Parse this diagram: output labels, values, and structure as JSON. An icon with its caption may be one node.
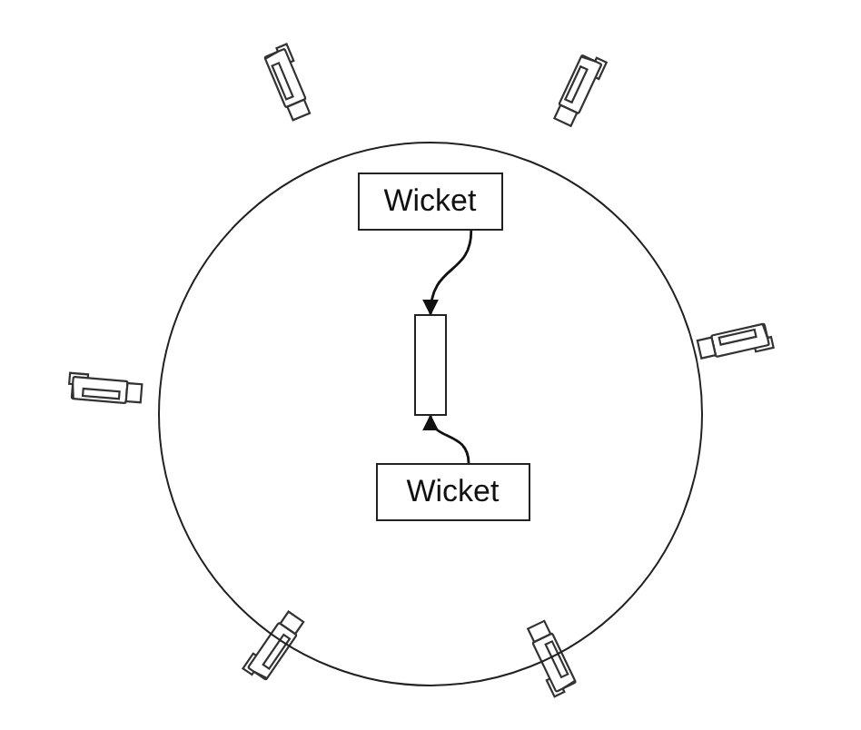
{
  "diagram": {
    "nodes": [
      {
        "text": [],
        "shape": "circle"
      },
      {
        "text": [
          "Wicket"
        ],
        "in": 0
      },
      {
        "text": [],
        "shape": "box",
        "in": 0
      },
      {
        "text": [
          "Wicket"
        ],
        "in": 0
      }
    ],
    "edges": [
      {
        "from": 1,
        "to": 2,
        "arrow": "to"
      },
      {
        "from": 3,
        "to": 2,
        "arrow": "to"
      }
    ]
  }
}
